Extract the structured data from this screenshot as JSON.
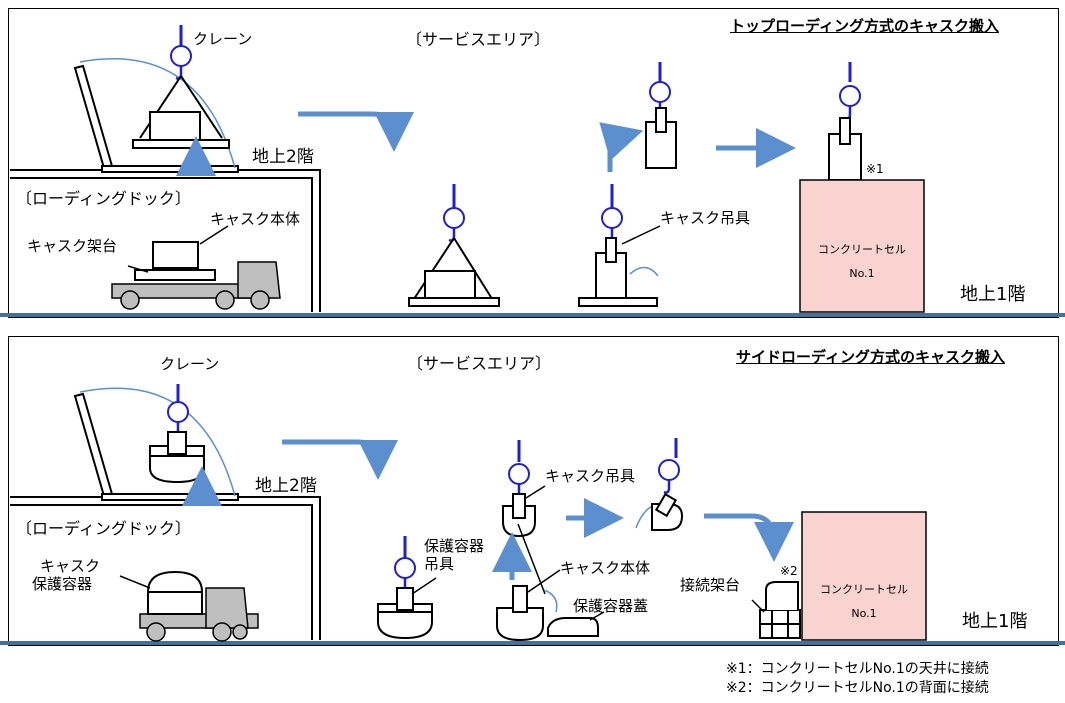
{
  "top": {
    "title": "トップローディング方式のキャスク搬入",
    "service_area": "〔サービスエリア〕",
    "loading_dock": "〔ローディングドック〕",
    "crane": "クレーン",
    "floor2": "地上2階",
    "floor1": "地上1階",
    "cask_body": "キャスク本体",
    "cask_stand": "キャスク架台",
    "cask_lifter": "キャスク吊具",
    "concrete_cell": "コンクリートセル",
    "cell_no": "No.1",
    "note_mark": "※1"
  },
  "bottom": {
    "title": "サイドローディング方式のキャスク搬入",
    "service_area": "〔サービスエリア〕",
    "loading_dock": "〔ローディングドック〕",
    "crane": "クレーン",
    "floor2": "地上2階",
    "floor1": "地上1階",
    "cask_protect_1": "キャスク",
    "cask_protect_2": "保護容器",
    "protect_lifter_1": "保護容器",
    "protect_lifter_2": "吊具",
    "cask_lifter": "キャスク吊具",
    "cask_body": "キャスク本体",
    "protect_lid": "保護容器蓋",
    "connect_stand": "接続架台",
    "concrete_cell": "コンクリートセル",
    "cell_no": "No.1",
    "note_mark": "※2"
  },
  "notes": [
    "※1：コンクリートセルNo.1の天井に接続",
    "※2：コンクリートセルNo.1の背面に接続"
  ],
  "colors": {
    "crane_blue": "#1f1fcf",
    "arrow_blue": "#5b8fd0",
    "floor_blue": "#41719c",
    "cell_pink": "#f8d3d0",
    "truck_gray": "#bfbfbf"
  }
}
